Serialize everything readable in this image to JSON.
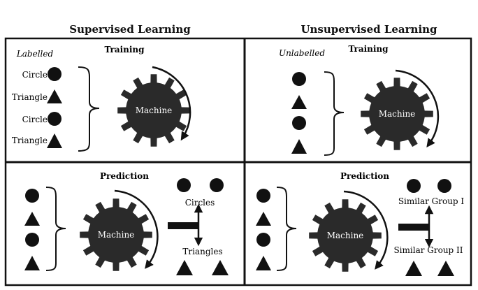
{
  "titles": {
    "supervised": "Supervised Learning",
    "unsupervised": "Unsupervised Learning"
  },
  "panels": {
    "supervised_training": {
      "heading": "Training",
      "input_tag": "Labelled",
      "labels": [
        "Circle",
        "Triangle",
        "Circle",
        "Triangle"
      ],
      "machine": "Machine"
    },
    "unsupervised_training": {
      "heading": "Training",
      "input_tag": "Unlabelled",
      "machine": "Machine"
    },
    "supervised_prediction": {
      "heading": "Prediction",
      "machine": "Machine",
      "output_top": "Circles",
      "output_bottom": "Triangles"
    },
    "unsupervised_prediction": {
      "heading": "Prediction",
      "machine": "Machine",
      "output_top": "Similar Group I",
      "output_bottom": "Similar Group II"
    }
  },
  "colors": {
    "ink": "#111111",
    "gear": "#2a2a2a",
    "gear_text": "#ffffff",
    "background": "#ffffff"
  }
}
